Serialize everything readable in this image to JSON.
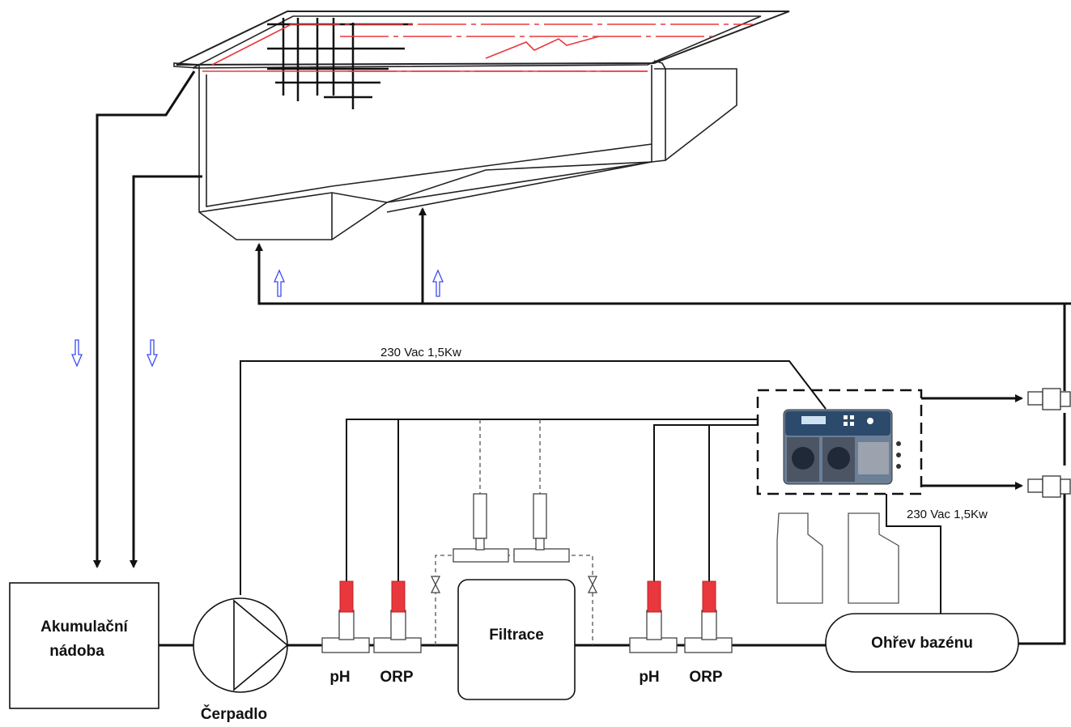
{
  "labels": {
    "tank": [
      "Akumulační",
      "nádoba"
    ],
    "pump": "Čerpadlo",
    "filter": "Filtrace",
    "heater": "Ohřev bazénu",
    "ph_left": "pH",
    "orp_left": "ORP",
    "ph_right": "pH",
    "orp_right": "ORP",
    "power_top": "230 Vac 1,5Kw",
    "power_right": "230 Vac 1,5Kw"
  },
  "colors": {
    "line": "#111111",
    "pool_red": "#e8383d",
    "flow_arrow": "#3b4cf0",
    "probe_red": "#e8383d",
    "controller_panel": "#2c4a6b"
  },
  "icons": {
    "flow_down": "hollow-arrow-down",
    "flow_up": "hollow-arrow-up"
  }
}
